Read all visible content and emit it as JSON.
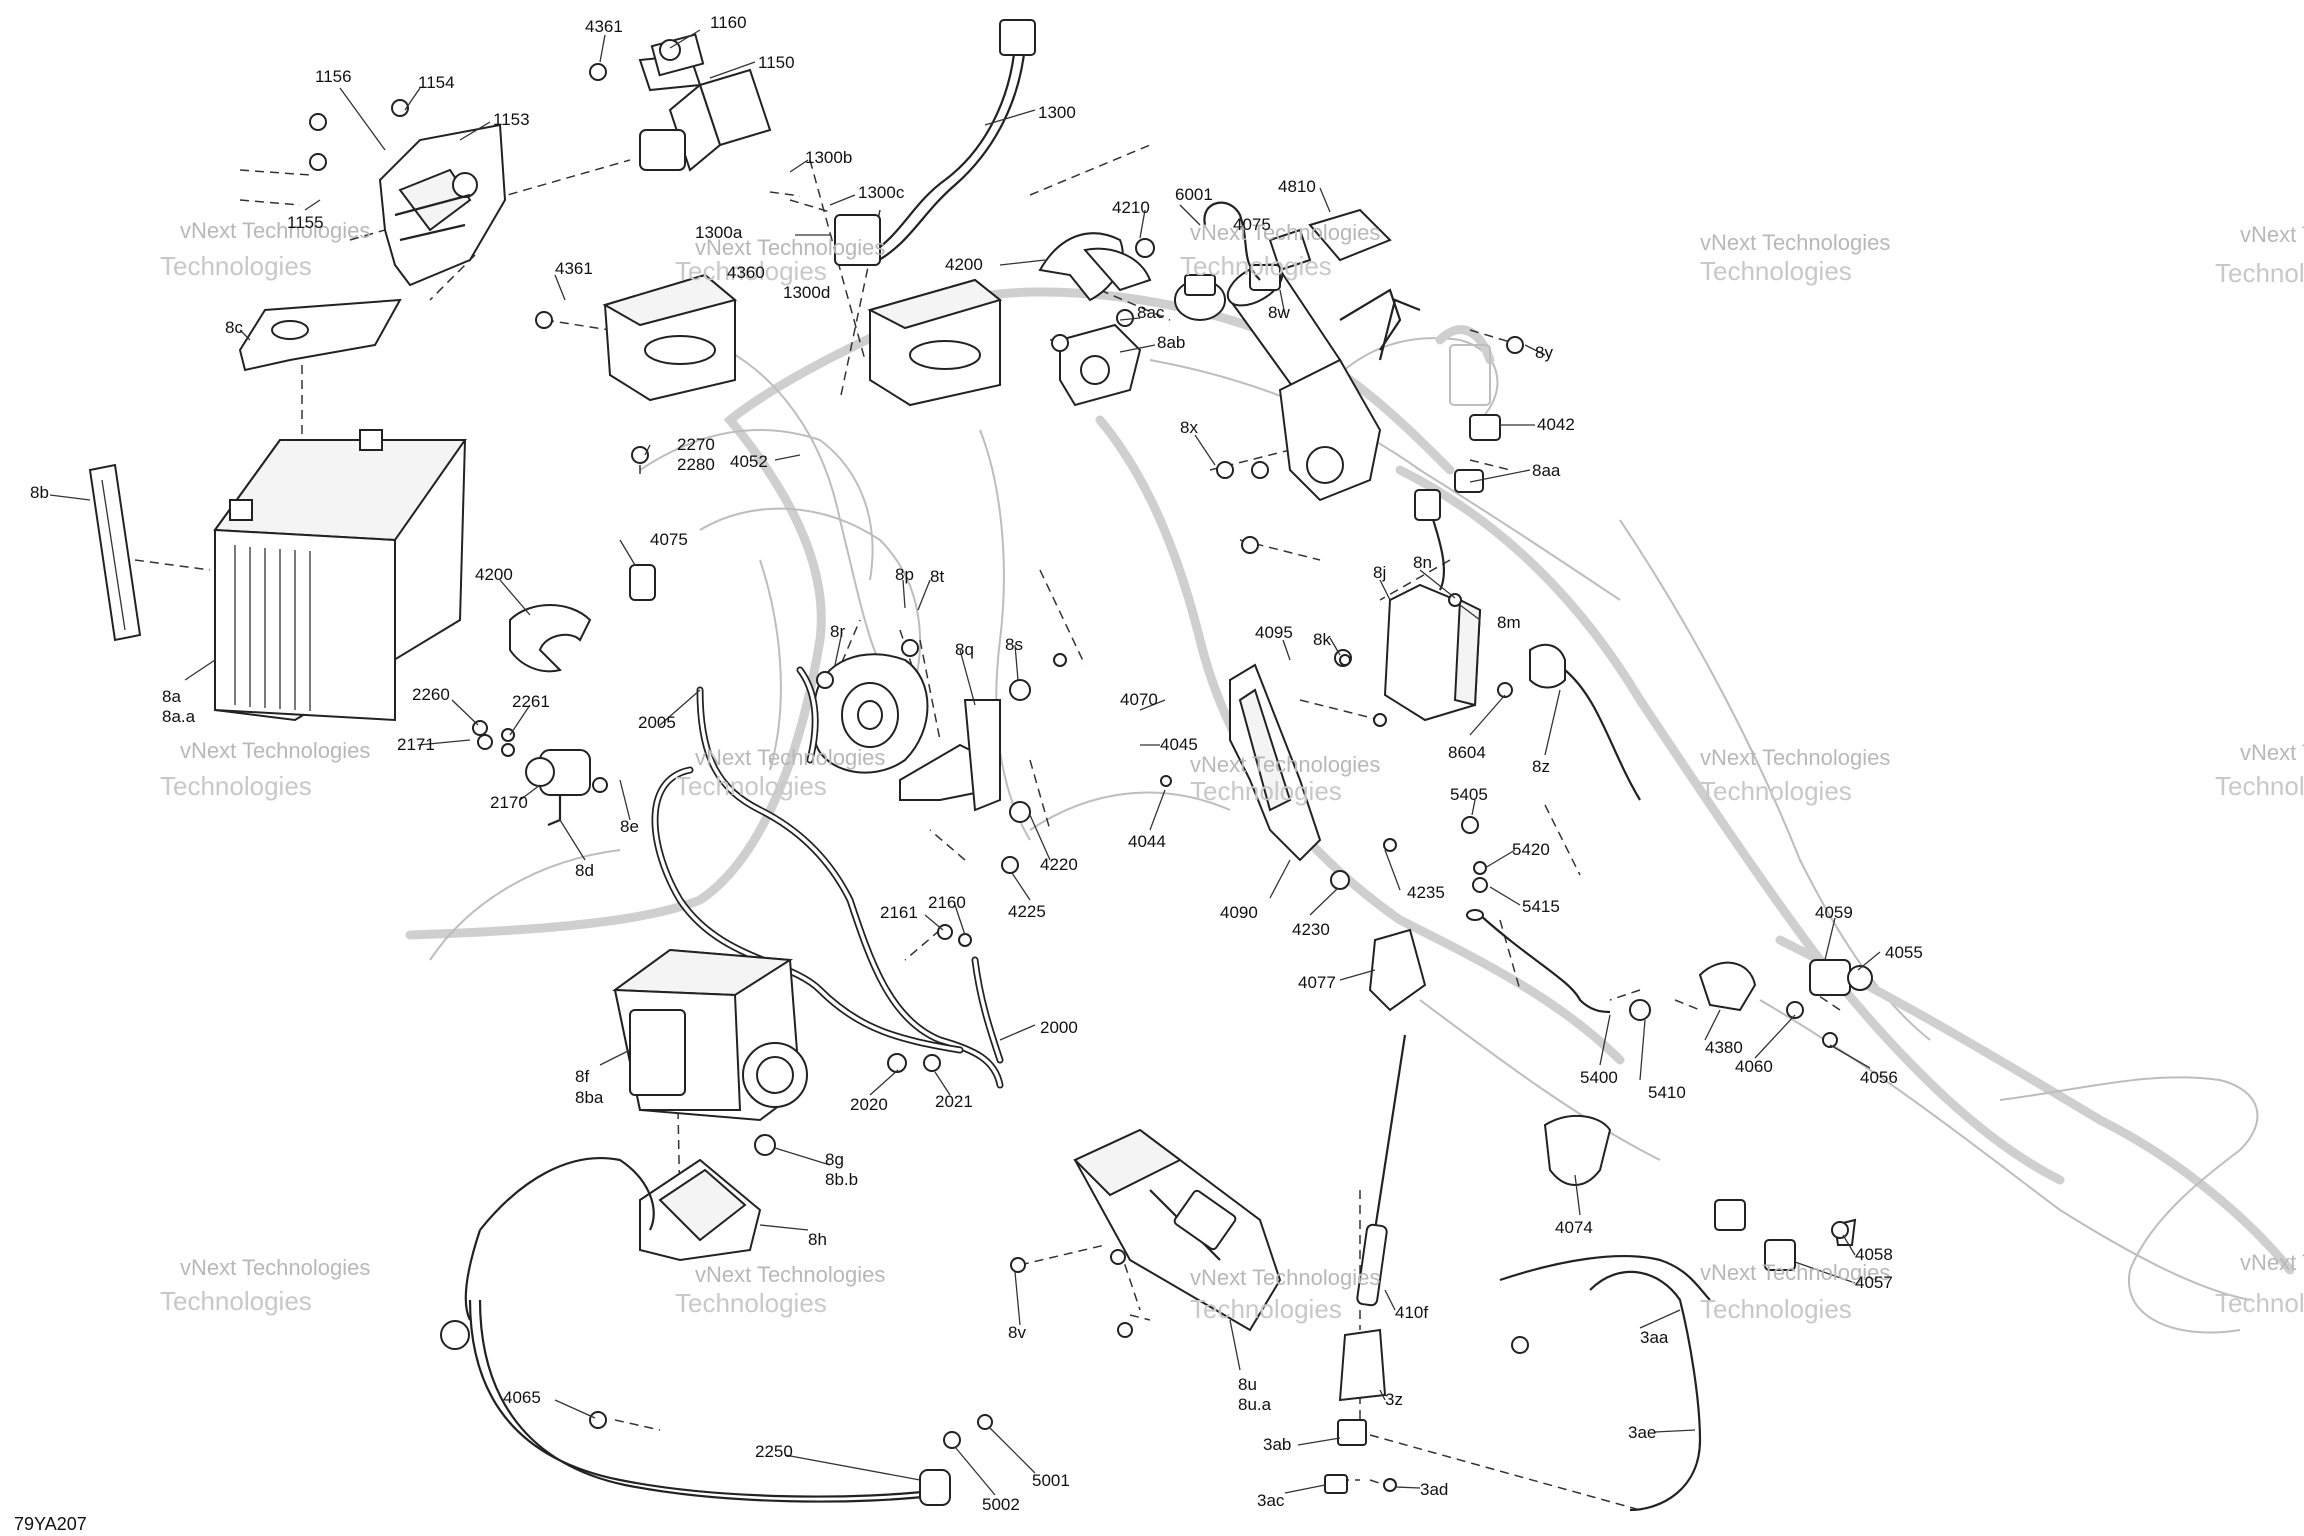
{
  "diagram": {
    "code": "79YA207",
    "watermark_line1": "vNext Technologies",
    "watermark_line2": "Technologies"
  },
  "callouts": [
    "1156",
    "1154",
    "1153",
    "1155",
    "4361",
    "1160",
    "1150",
    "1300",
    "1300b",
    "1300c",
    "1300a",
    "4360",
    "1300d",
    "4361",
    "8c",
    "4200",
    "4210",
    "6001",
    "4075",
    "4810",
    "8ac",
    "8ab",
    "8w",
    "8y",
    "4042",
    "8x",
    "8aa",
    "2270",
    "2280",
    "4052",
    "8b",
    "4075",
    "4200",
    "8p",
    "8t",
    "8r",
    "8q",
    "8s",
    "4095",
    "8j",
    "8n",
    "8k",
    "8m",
    "8604",
    "8z",
    "8a",
    "8a.a",
    "2260",
    "2261",
    "2171",
    "2005",
    "2170",
    "8e",
    "8d",
    "4070",
    "4045",
    "4044",
    "4220",
    "4225",
    "4090",
    "4235",
    "5405",
    "5420",
    "5415",
    "4230",
    "2161",
    "2160",
    "2000",
    "4077",
    "4059",
    "4055",
    "5400",
    "4380",
    "4060",
    "4056",
    "5410",
    "8f",
    "8ba",
    "2020",
    "2021",
    "8g",
    "8b.b",
    "8h",
    "4074",
    "4058",
    "4057",
    "8v",
    "8u",
    "8u.a",
    "410f",
    "3aa",
    "3z",
    "3ae",
    "4065",
    "2250",
    "3ab",
    "5001",
    "5002",
    "3ac",
    "3ad"
  ]
}
